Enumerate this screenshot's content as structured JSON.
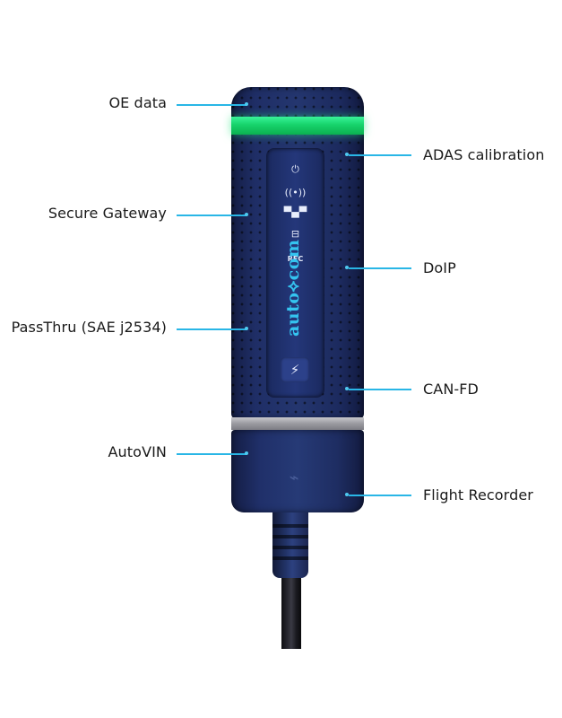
{
  "callouts": {
    "left": [
      {
        "label": "OE data"
      },
      {
        "label": "Secure Gateway"
      },
      {
        "label": "PassThru (SAE j2534)"
      },
      {
        "label": "AutoVIN"
      }
    ],
    "right": [
      {
        "label": "ADAS calibration"
      },
      {
        "label": "DoIP"
      },
      {
        "label": "CAN-FD"
      },
      {
        "label": "Flight Recorder"
      }
    ]
  },
  "device": {
    "brand": "auto⟡com",
    "rec_label": "REC",
    "status_icons": [
      "power-icon",
      "wireless-icon",
      "car-icon",
      "battery-icon"
    ],
    "colors": {
      "body": "#1f2e66",
      "led_band": "#17d36b",
      "brand_text": "#34c4f0",
      "callout_line": "#29b6e6"
    }
  }
}
